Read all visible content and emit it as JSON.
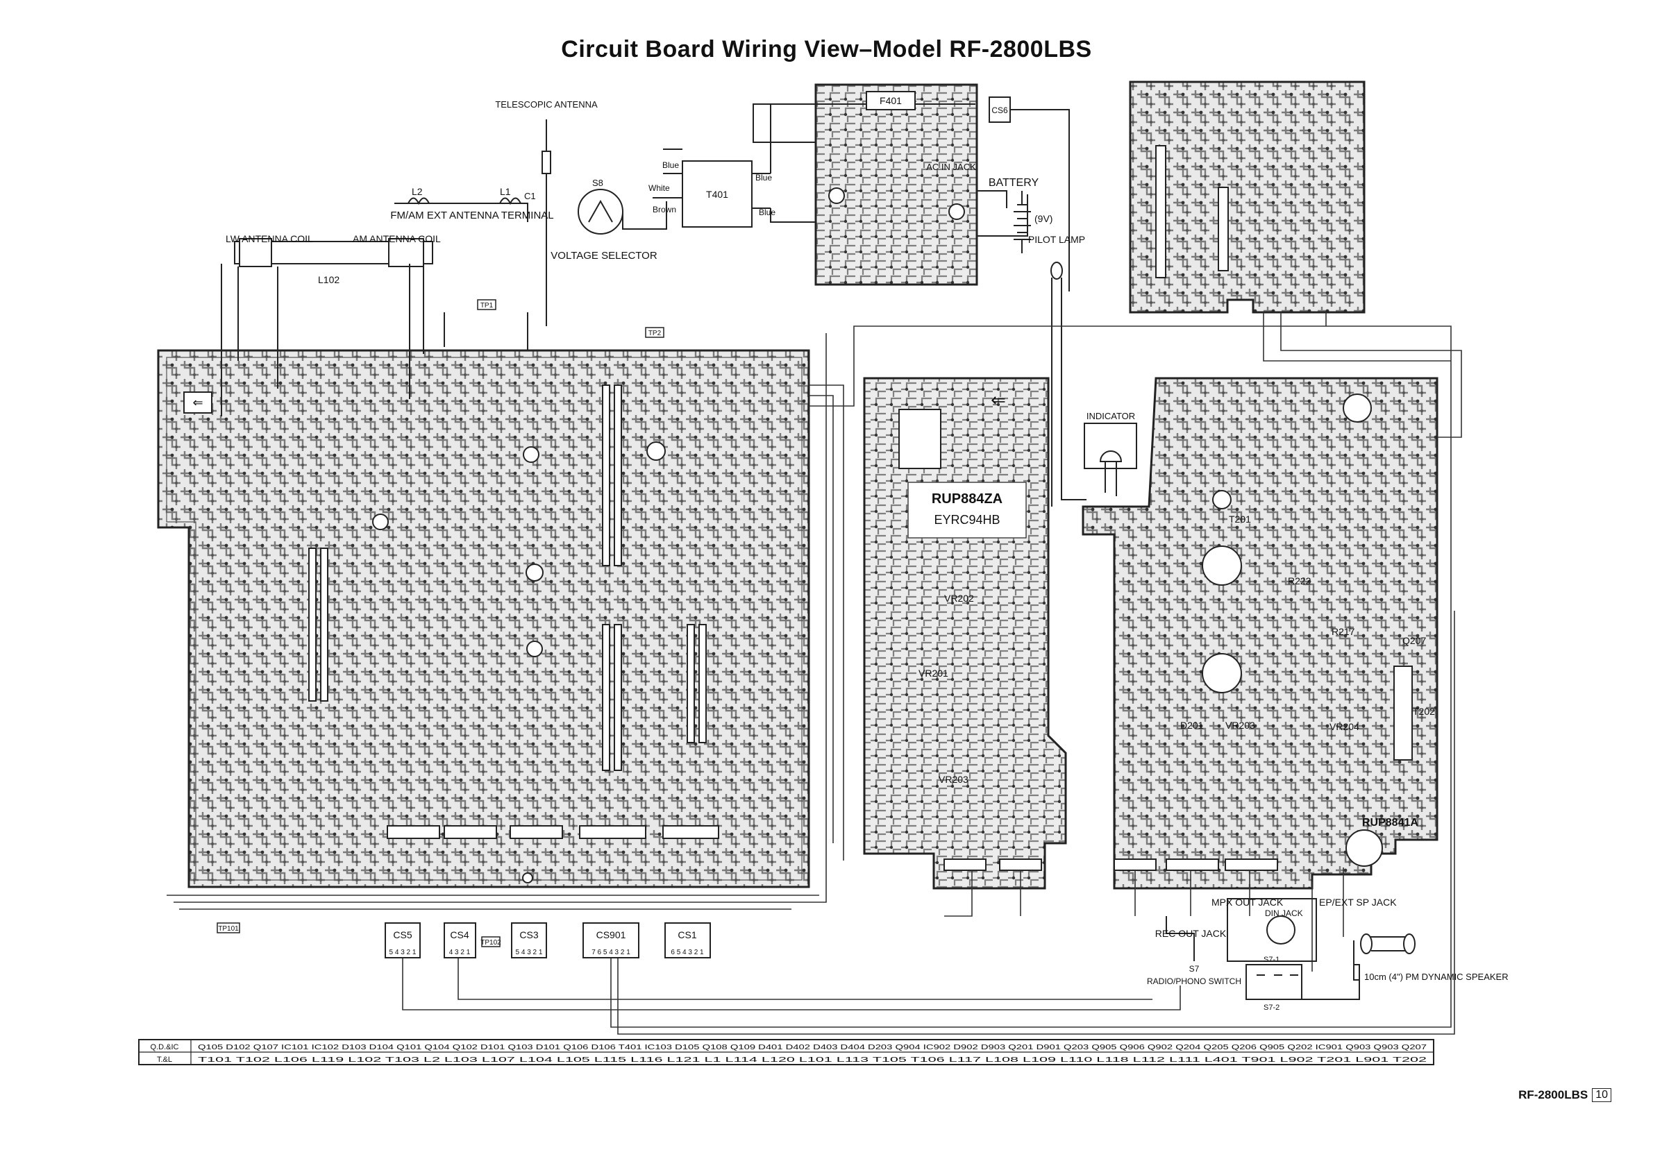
{
  "title": "Circuit Board Wiring View–Model RF-2800LBS",
  "labels": {
    "telescopic_antenna": "TELESCOPIC ANTENNA",
    "fm_am_ext": "FM/AM EXT ANTENNA TERMINAL",
    "l2": "L2",
    "l1": "L1",
    "c1": "C1",
    "lw_coil": "LW ANTENNA COIL",
    "am_coil": "AM ANTENNA COIL",
    "l102": "L102",
    "s8": "S8",
    "voltage_selector": "VOLTAGE SELECTOR",
    "t401": "T401",
    "blue": "Blue",
    "white": "White",
    "brown": "Brown",
    "battery": "BATTERY",
    "nine_v": "(9V)",
    "pilot_lamp": "PILOT LAMP",
    "ac_in_jack": "AC IN JACK",
    "f401": "F401",
    "cs6": "CS6",
    "indicator": "INDICATOR",
    "tp1": "TP1",
    "tp2": "TP2",
    "tp101": "TP101",
    "tp102": "TP102",
    "rup884za": "RUP884ZA",
    "eyrc94hb": "EYRC94HB",
    "mpx_out_jack": "MPX OUT JACK",
    "din_jack": "DIN JACK",
    "ep_ext_sp_jack": "EP/EXT SP JACK",
    "rec_out_jack": "REC OUT JACK",
    "radio_phono_switch": "RADIO/PHONO SWITCH",
    "s7": "S7",
    "s7_1": "S7-1",
    "s7_2": "S7-2",
    "speaker": "10cm (4\") PM DYNAMIC SPEAKER",
    "rup8841a": "RUP8841A",
    "vr202": "VR202",
    "vr201": "VR201",
    "vr203": "VR203",
    "vr204": "VR204",
    "t201": "T201",
    "t202": "T202",
    "d201": "D201",
    "r217": "R217",
    "r222": "R222",
    "q207": "Q207"
  },
  "connectors": [
    {
      "name": "CS5",
      "pins": "5 4 3 2 1"
    },
    {
      "name": "CS4",
      "pins": "4 3 2 1"
    },
    {
      "name": "CS3",
      "pins": "5 4 3 2 1"
    },
    {
      "name": "CS901",
      "pins": "7 6 5 4 3 2 1"
    },
    {
      "name": "CS1",
      "pins": "6 5 4 3 2 1"
    }
  ],
  "parts_table": {
    "row1_label": "Q.D.&IC",
    "row2_label": "T.&L",
    "row1": "Q105   D102 Q107   IC101 IC102 D103 D104   Q101   Q104   Q102 D101 Q103 D101   Q106   D106   T401 IC103   D105   Q108 Q109   D401 D402 D403 D404 D203   Q904 IC902 D902 D903 Q201 D901 Q203 Q905 Q906 Q902 Q204 Q205 Q206 Q905 Q202 IC901 Q903 Q903 Q207",
    "row2": "T101 T102 L106   L119 L102   T103 L2 L103 L107 L104   L105 L115 L116 L121 L1 L114   L120   L101 L113 T105 T106 L117 L108 L109 L110 L118 L112 L111   L401   T901   L902 T201 L901   T202"
  },
  "footer": {
    "model": "RF-2800LBS",
    "page": "10"
  }
}
